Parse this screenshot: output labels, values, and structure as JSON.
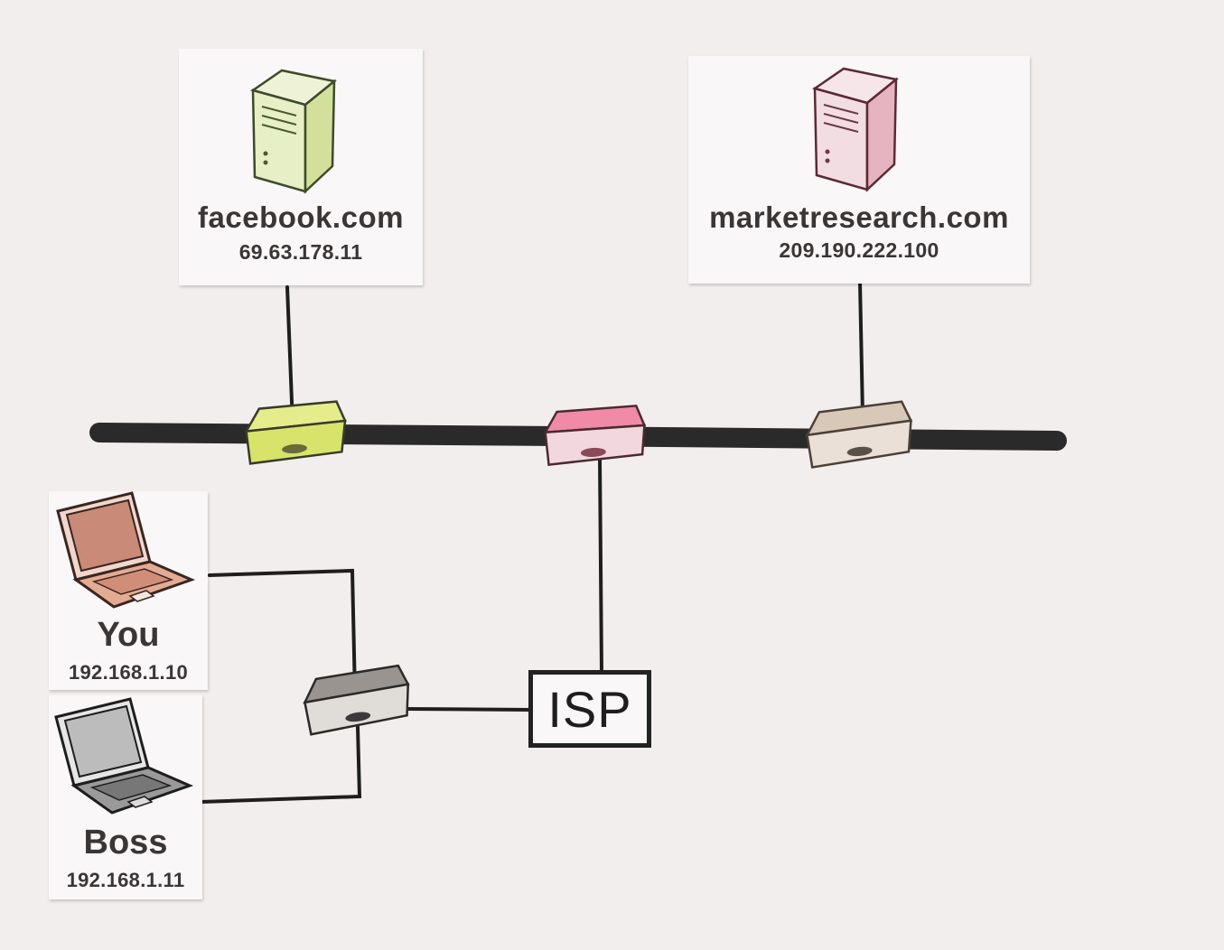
{
  "nodes": {
    "facebook": {
      "name": "facebook.com",
      "ip": "69.63.178.11",
      "color": "#c8dc8a"
    },
    "marketresearch": {
      "name": "marketresearch.com",
      "ip": "209.190.222.100",
      "color": "#e6a9b4"
    },
    "you": {
      "name": "You",
      "ip": "192.168.1.10",
      "color": "#d89a86"
    },
    "boss": {
      "name": "Boss",
      "ip": "192.168.1.11",
      "color": "#8a8a8a"
    },
    "isp": {
      "label": "ISP"
    }
  },
  "routers": {
    "facebook_router": {
      "color": "#d7e36a"
    },
    "isp_router": {
      "color": "#e86a8a"
    },
    "market_router": {
      "color": "#c9b8a8"
    },
    "home_router": {
      "color": "#8e8a86"
    }
  },
  "colors": {
    "background": "#f3eeee",
    "line": "#1e1e1e",
    "backbone": "#2a2a2a"
  }
}
